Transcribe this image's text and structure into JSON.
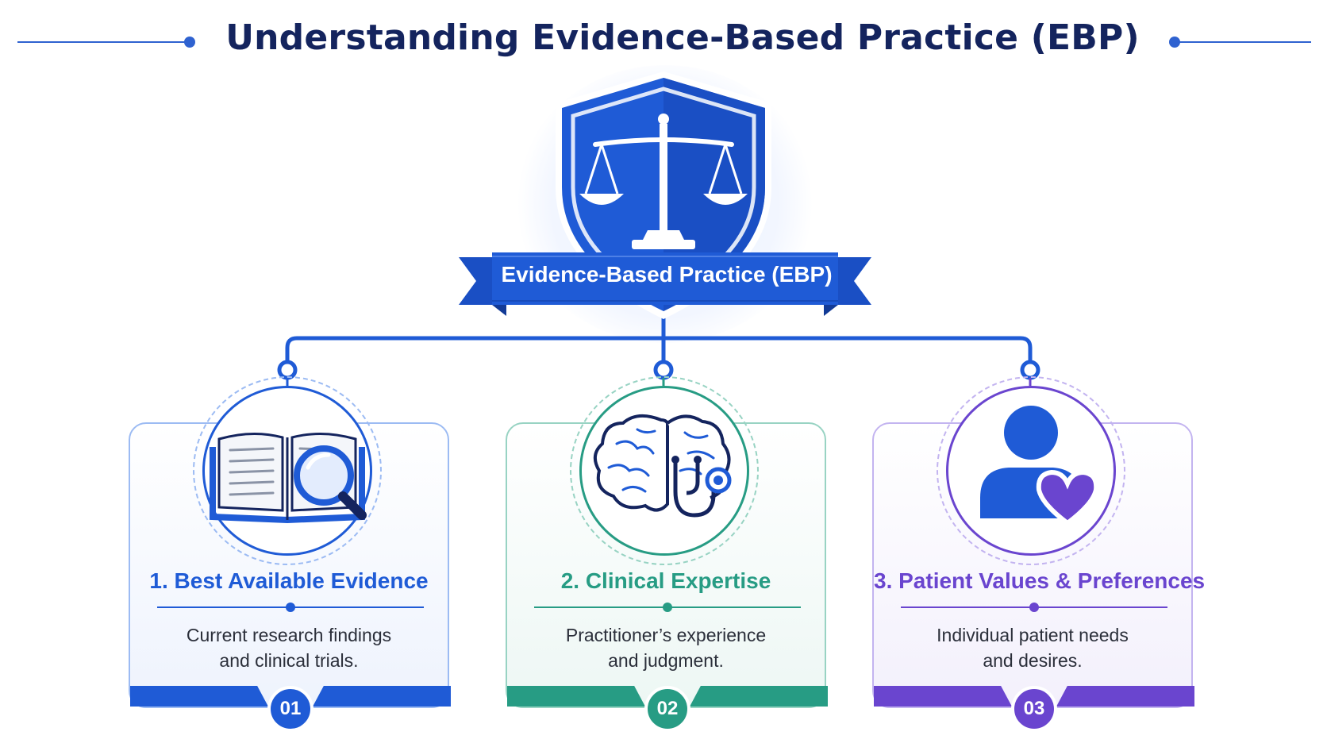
{
  "title": "Understanding Evidence-Based Practice (EBP)",
  "hub": {
    "label": "Evidence-Based Practice (EBP)",
    "icon": "scales-of-justice-icon"
  },
  "colors": {
    "navy": "#14245e",
    "blue": "#1f5bd6",
    "teal": "#279c84",
    "purple": "#6a45cf"
  },
  "pillars": [
    {
      "title": "1. Best Available Evidence",
      "description_line1": "Current research findings",
      "description_line2": "and clinical trials.",
      "number": "01",
      "icon": "book-magnifier-icon"
    },
    {
      "title": "2. Clinical Expertise",
      "description_line1": "Practitioner’s experience",
      "description_line2": "and judgment.",
      "number": "02",
      "icon": "brain-stethoscope-icon"
    },
    {
      "title": "3. Patient Values & Preferences",
      "description_line1": "Individual patient needs",
      "description_line2": "and desires.",
      "number": "03",
      "icon": "patient-heart-icon"
    }
  ]
}
